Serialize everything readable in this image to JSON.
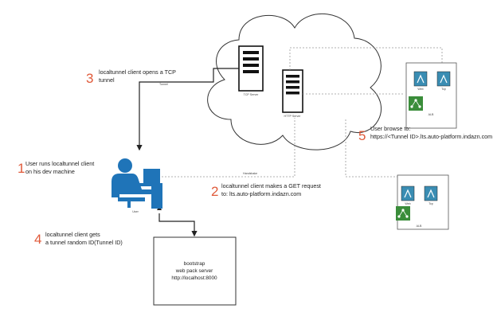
{
  "steps": [
    {
      "number": "1",
      "lines": [
        "User runs localtunnel client",
        "on his dev machine"
      ]
    },
    {
      "number": "2",
      "lines": [
        "localtunnel client makes a GET request",
        "to: lts.auto-platform.indazn.com"
      ]
    },
    {
      "number": "3",
      "lines": [
        "localtunnel client opens a TCP",
        "tunnel"
      ]
    },
    {
      "number": "4",
      "lines": [
        "localtunnel client gets",
        "a tunnel random ID(Tunnel ID)"
      ]
    },
    {
      "number": "5",
      "lines": [
        "User browse to:",
        "https://<Tunnel ID>.lts.auto-platform.indazn.com"
      ]
    }
  ],
  "nodes": {
    "tcp_server": "TCP Server",
    "http_server": "HTTP Server",
    "user": "User",
    "tunnel_label": "Tunnel",
    "handshake_label": "Handshake"
  },
  "local_server": {
    "lines": [
      "bootstrap",
      "web pack server",
      "http://localhost:8000"
    ]
  },
  "app_cards": [
    {
      "items": [
        "Web",
        "Tcp"
      ],
      "footer": "ALB"
    },
    {
      "items": [
        "Web",
        "Tcp"
      ],
      "footer": "ALB"
    }
  ],
  "colors": {
    "accent": "#e05a3a",
    "user_blue": "#1f74b8",
    "service_teal": "#3a8db3",
    "alb_green": "#3a8d3a",
    "line": "#222222",
    "dotted": "#9a9a9a"
  }
}
